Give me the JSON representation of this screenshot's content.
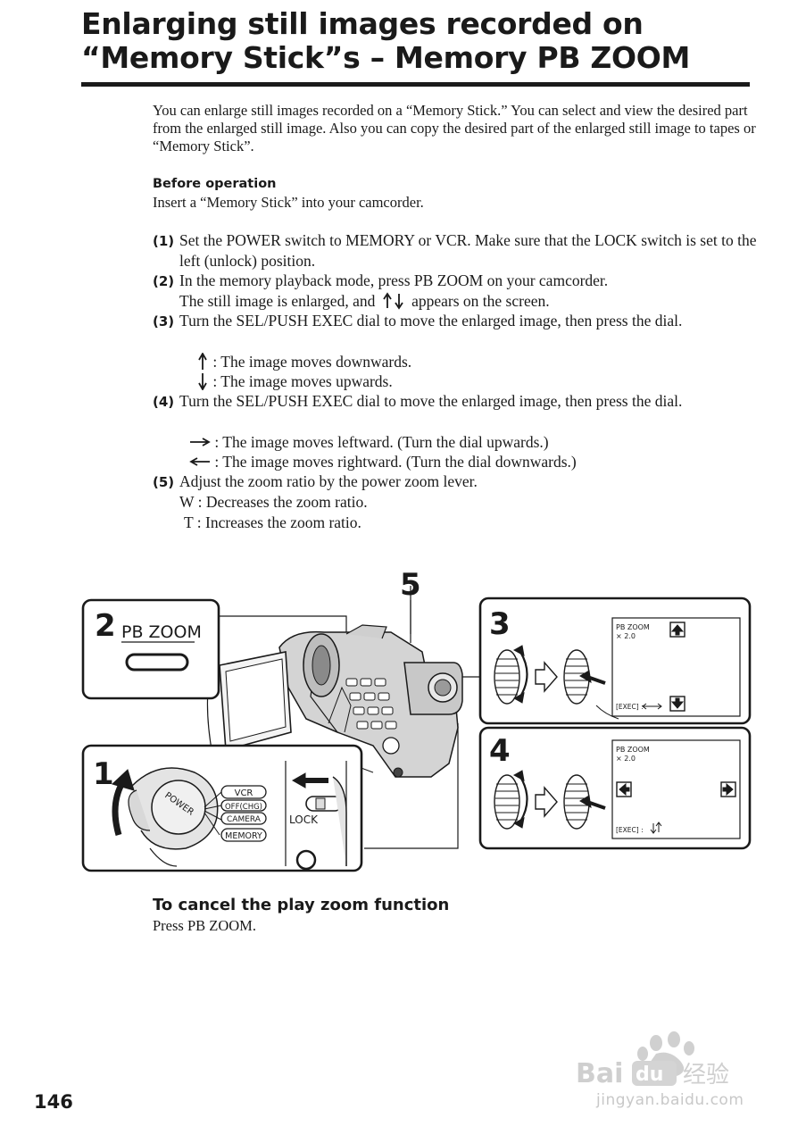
{
  "title": "Enlarging still images recorded on “Memory Stick”s – Memory PB ZOOM",
  "intro": "You can enlarge still images recorded on a “Memory Stick.” You can select and view the desired part from the enlarged still image. Also you can copy the desired part of the enlarged still image to tapes or “Memory Stick”.",
  "before": {
    "heading": "Before operation",
    "text": "Insert a “Memory Stick” into your camcorder."
  },
  "steps": [
    {
      "num": "(1)",
      "text": "Set the POWER switch to MEMORY or VCR. Make sure that the LOCK switch is set to the left (unlock) position."
    },
    {
      "num": "(2)",
      "text": "In the memory playback mode, press PB ZOOM on your camcorder.",
      "sub": [
        "The still image is enlarged, and ",
        " appears on the screen."
      ]
    },
    {
      "num": "(3)",
      "text": "Turn the SEL/PUSH EXEC dial to move the enlarged image, then press the dial.",
      "sub": [
        ": The image moves downwards.",
        ": The image moves upwards."
      ]
    },
    {
      "num": "(4)",
      "text": "Turn the SEL/PUSH EXEC dial to move the enlarged image, then press the dial.",
      "sub": [
        ": The image moves leftward. (Turn the dial upwards.)",
        ": The image moves rightward. (Turn the dial downwards.)"
      ]
    },
    {
      "num": "(5)",
      "text": "Adjust the zoom ratio by the power zoom lever.",
      "sub": [
        "W : Decreases the zoom ratio.",
        "T : Increases the zoom ratio."
      ]
    }
  ],
  "figure": {
    "callouts": {
      "one": "1",
      "two": "2",
      "three": "3",
      "four": "4",
      "five": "5"
    },
    "pb_zoom_label": "PB ZOOM",
    "power_label": "POWER",
    "power_modes": [
      "VCR",
      "OFF(CHG)",
      "CAMERA",
      "MEMORY"
    ],
    "lock_label": "LOCK",
    "screen3": {
      "line1": "PB  ZOOM",
      "line2": "× 2.0",
      "exec": "[EXEC] :"
    },
    "screen4": {
      "line1": "PB  ZOOM",
      "line2": "× 2.0",
      "exec": "[EXEC] :"
    }
  },
  "cancel": {
    "heading": "To cancel the play zoom function",
    "text": "Press PB ZOOM."
  },
  "page_number": "146",
  "watermark": {
    "logo": "Baidu 经验",
    "url": "jingyan.baidu.com"
  }
}
